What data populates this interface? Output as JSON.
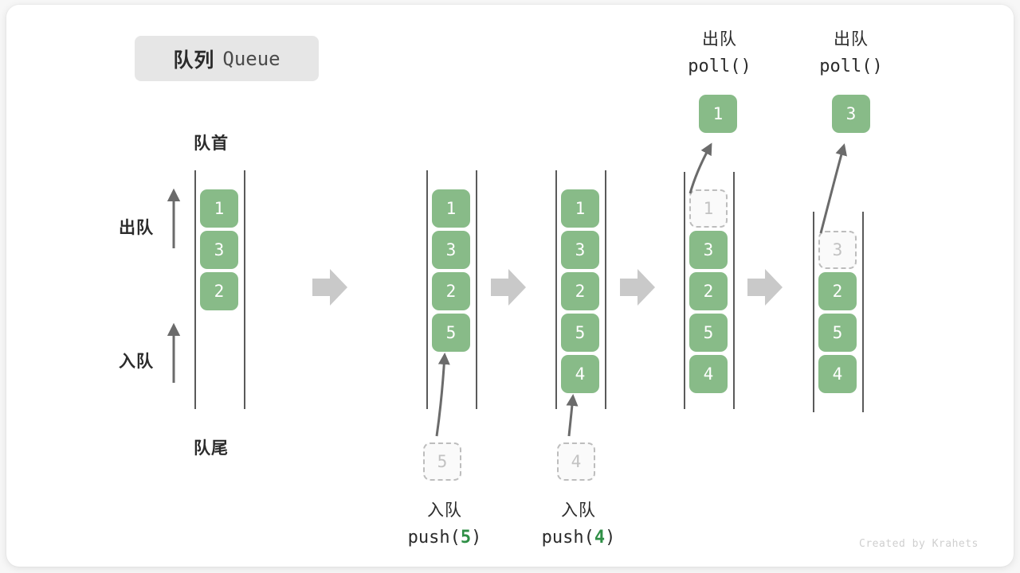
{
  "title": {
    "cn": "队列",
    "en": "Queue"
  },
  "labels": {
    "front": "队首",
    "rear": "队尾",
    "dequeue_side": "出队",
    "enqueue_side": "入队"
  },
  "colors": {
    "element_fill": "#88bb88",
    "element_text": "#ffffff",
    "ghost_border": "#bdbdbd",
    "ghost_text": "#c2c2c2",
    "rail": "#5a5a5a",
    "flow_arrow": "#c9c9c9",
    "code_accent": "#2f8f46",
    "chip_bg": "#e6e6e6",
    "card_bg": "#ffffff",
    "page_bg": "#f7f7f7"
  },
  "steps": [
    {
      "id": "initial",
      "items": [
        "1",
        "3",
        "2"
      ],
      "ghost_index": -1,
      "op_cn": "",
      "op_code": "",
      "result": ""
    },
    {
      "id": "push-5",
      "items": [
        "1",
        "3",
        "2",
        "5"
      ],
      "ghost_index": -1,
      "op_cn": "入队",
      "op_code_prefix": "push(",
      "op_code_num": "5",
      "op_code_suffix": ")",
      "incoming": "5"
    },
    {
      "id": "push-4",
      "items": [
        "1",
        "3",
        "2",
        "5",
        "4"
      ],
      "ghost_index": -1,
      "op_cn": "入队",
      "op_code_prefix": "push(",
      "op_code_num": "4",
      "op_code_suffix": ")",
      "incoming": "4"
    },
    {
      "id": "poll-1",
      "items": [
        "1",
        "3",
        "2",
        "5",
        "4"
      ],
      "ghost_index": 0,
      "op_cn": "出队",
      "op_code_prefix": "poll(",
      "op_code_num": "",
      "op_code_suffix": ")",
      "outgoing": "1"
    },
    {
      "id": "poll-3",
      "items": [
        "3",
        "2",
        "5",
        "4"
      ],
      "ghost_index": 0,
      "op_cn": "出队",
      "op_code_prefix": "poll(",
      "op_code_num": "",
      "op_code_suffix": ")",
      "outgoing": "3"
    }
  ],
  "credit": "Created by Krahets"
}
